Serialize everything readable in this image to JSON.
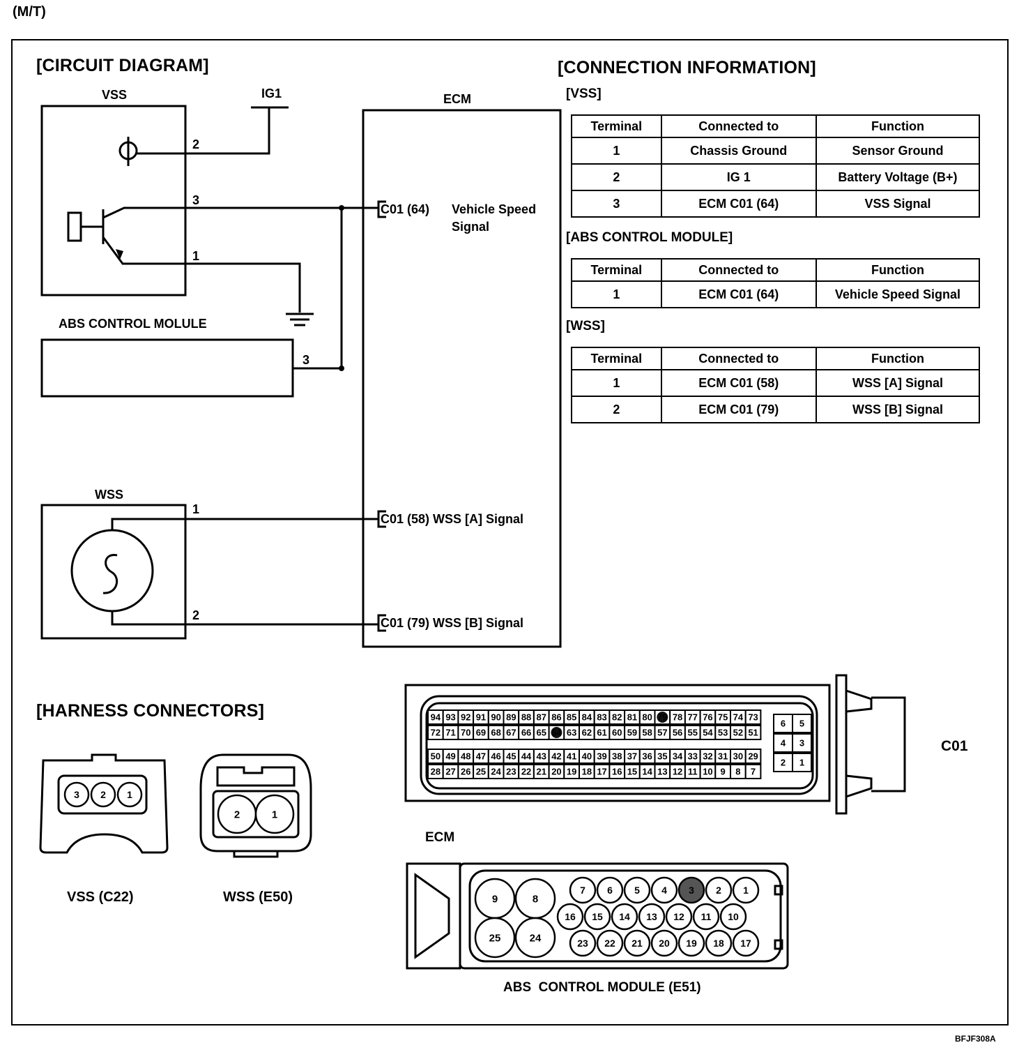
{
  "page_title": "(M/T)",
  "figure_code": "BFJF308A",
  "circuit": {
    "heading": "[CIRCUIT DIAGRAM]",
    "vss_label": "VSS",
    "ig1_label": "IG1",
    "ecm_label": "ECM",
    "abs_module_label": "ABS CONTROL MOLULE",
    "wss_label": "WSS",
    "pin_vss_2": "2",
    "pin_vss_3": "3",
    "pin_vss_1": "1",
    "pin_abs_3": "3",
    "pin_wss_1": "1",
    "pin_wss_2": "2",
    "ecm_pin_vss": "C01 (64)",
    "ecm_vss_signal_line1": "Vehicle Speed",
    "ecm_vss_signal_line2": "Signal",
    "ecm_wss_a": "C01 (58) WSS [A] Signal",
    "ecm_wss_b": "C01 (79) WSS [B] Signal"
  },
  "connection_info": {
    "heading": "[CONNECTION INFORMATION]",
    "columns": [
      "Terminal",
      "Connected to",
      "Function"
    ],
    "tables": [
      {
        "name": "[VSS]",
        "rows": [
          [
            "1",
            "Chassis Ground",
            "Sensor Ground"
          ],
          [
            "2",
            "IG 1",
            "Battery Voltage (B+)"
          ],
          [
            "3",
            "ECM C01 (64)",
            "VSS Signal"
          ]
        ]
      },
      {
        "name": "[ABS CONTROL MODULE]",
        "rows": [
          [
            "1",
            "ECM C01 (64)",
            "Vehicle Speed Signal"
          ]
        ]
      },
      {
        "name": "[WSS]",
        "rows": [
          [
            "1",
            "ECM C01 (58)",
            "WSS [A] Signal"
          ],
          [
            "2",
            "ECM C01 (79)",
            "WSS [B] Signal"
          ]
        ]
      }
    ]
  },
  "harness": {
    "heading": "[HARNESS CONNECTORS]",
    "vss_connector_label": "VSS (C22)",
    "vss_pins": [
      "3",
      "2",
      "1"
    ],
    "wss_connector_label": "WSS (E50)",
    "wss_pins": [
      "2",
      "1"
    ],
    "ecm_connector_id": "C01",
    "ecm_label": "ECM",
    "ecm_rows": [
      [
        "94",
        "93",
        "92",
        "91",
        "90",
        "89",
        "88",
        "87",
        "86",
        "85",
        "84",
        "83",
        "82",
        "81",
        "80",
        "79",
        "78",
        "77",
        "76",
        "75",
        "74",
        "73"
      ],
      [
        "72",
        "71",
        "70",
        "69",
        "68",
        "67",
        "66",
        "65",
        "64",
        "63",
        "62",
        "61",
        "60",
        "59",
        "58",
        "57",
        "56",
        "55",
        "54",
        "53",
        "52",
        "51"
      ],
      [
        "50",
        "49",
        "48",
        "47",
        "46",
        "45",
        "44",
        "43",
        "42",
        "41",
        "40",
        "39",
        "38",
        "37",
        "36",
        "35",
        "34",
        "33",
        "32",
        "31",
        "30",
        "29"
      ],
      [
        "28",
        "27",
        "26",
        "25",
        "24",
        "23",
        "22",
        "21",
        "20",
        "19",
        "18",
        "17",
        "16",
        "15",
        "14",
        "13",
        "12",
        "11",
        "10",
        "9",
        "8",
        "7"
      ]
    ],
    "ecm_aux_pins": [
      [
        "6",
        "5"
      ],
      [
        "4",
        "3"
      ],
      [
        "2",
        "1"
      ]
    ],
    "ecm_filled_pins": [
      "79",
      "64"
    ],
    "abs_connector_label": "ABS  CONTROL MODULE (E51)",
    "abs_large_pins": [
      [
        "9",
        "8"
      ],
      [
        "25",
        "24"
      ]
    ],
    "abs_rows": [
      [
        "7",
        "6",
        "5",
        "4",
        "3",
        "2",
        "1"
      ],
      [
        "16",
        "15",
        "14",
        "13",
        "12",
        "11",
        "10"
      ],
      [
        "23",
        "22",
        "21",
        "20",
        "19",
        "18",
        "17"
      ]
    ],
    "abs_filled_pins": [
      "3"
    ]
  },
  "colors": {
    "ink": "#000000",
    "paper": "#ffffff",
    "filled_pin": "#555555"
  }
}
